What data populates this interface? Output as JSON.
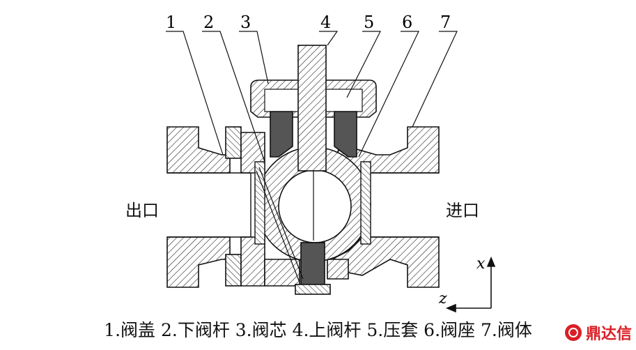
{
  "callouts": [
    "1",
    "2",
    "3",
    "4",
    "5",
    "6",
    "7"
  ],
  "outlet_label": "出口",
  "inlet_label": "进口",
  "axes": {
    "x": "x",
    "z": "z"
  },
  "caption": "1.阀盖  2.下阀杆  3.阀芯  4.上阀杆  5.压套  6.阀座  7.阀体",
  "watermark": "鼎达信",
  "colors": {
    "line": "#111111",
    "hatch": "#444444",
    "stem_fill": "#555555",
    "brand": "#d91f26"
  }
}
